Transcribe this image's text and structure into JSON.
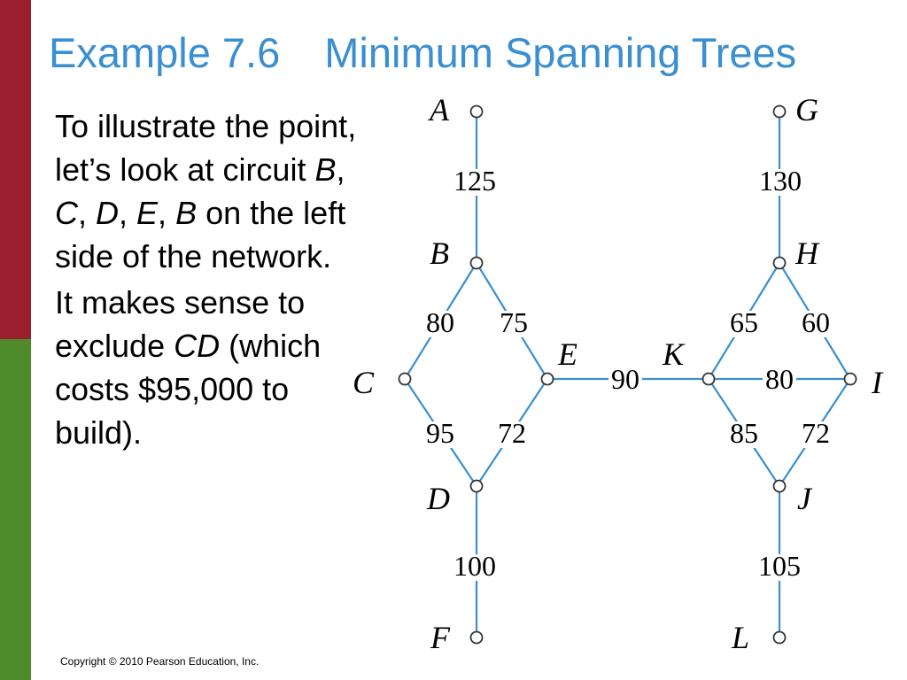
{
  "colors": {
    "title": "#3a8fd0",
    "bar_top": "#9b1e2e",
    "bar_bottom": "#4f8a2b",
    "edge": "#3a8fd0",
    "text": "#000000"
  },
  "slide": {
    "title_number": "Example 7.6",
    "title_text": "Minimum Spanning Trees",
    "paragraph1": {
      "t1": "To illustrate the point, let’s look at circuit ",
      "B1": "B",
      "c1": ", ",
      "C": "C",
      "c2": ", ",
      "D": "D",
      "c3": ", ",
      "E": "E",
      "c4": ", ",
      "B2": "B",
      "t2": " on the left side of the network."
    },
    "paragraph2": {
      "t1": "It makes sense to exclude ",
      "CD": "CD",
      "t2": " (which costs $95,000 to build)."
    },
    "copyright": "Copyright © 2010 Pearson Education, Inc."
  },
  "diagram": {
    "vertices": [
      "A",
      "B",
      "C",
      "D",
      "E",
      "F",
      "G",
      "H",
      "I",
      "J",
      "K",
      "L"
    ],
    "edges": [
      {
        "from": "A",
        "to": "B",
        "weight": "125"
      },
      {
        "from": "B",
        "to": "C",
        "weight": "80"
      },
      {
        "from": "B",
        "to": "E",
        "weight": "75"
      },
      {
        "from": "C",
        "to": "D",
        "weight": "95"
      },
      {
        "from": "D",
        "to": "E",
        "weight": "72"
      },
      {
        "from": "D",
        "to": "F",
        "weight": "100"
      },
      {
        "from": "E",
        "to": "K",
        "weight": "90"
      },
      {
        "from": "G",
        "to": "H",
        "weight": "130"
      },
      {
        "from": "H",
        "to": "K",
        "weight": "65"
      },
      {
        "from": "H",
        "to": "I",
        "weight": "60"
      },
      {
        "from": "K",
        "to": "I",
        "weight": "80"
      },
      {
        "from": "K",
        "to": "J",
        "weight": "85"
      },
      {
        "from": "I",
        "to": "J",
        "weight": "72"
      },
      {
        "from": "J",
        "to": "L",
        "weight": "105"
      }
    ]
  }
}
